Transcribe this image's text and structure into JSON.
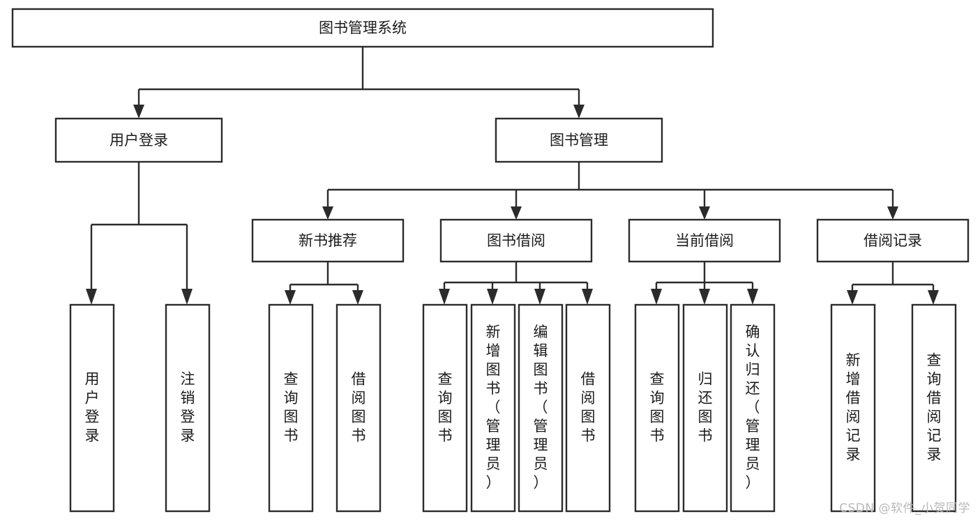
{
  "diagram": {
    "title": "图书管理系统",
    "type": "tree",
    "watermark": "CSDN @软件_小贺同学",
    "colors": {
      "stroke": "#2b2b2b",
      "fill": "#ffffff",
      "text": "#1b1b1b",
      "watermark": "#b9b9b9",
      "background": "#ffffff"
    },
    "nodes": {
      "root": {
        "label": "图书管理系统",
        "orientation": "horizontal"
      },
      "level2": [
        {
          "id": "user-login",
          "label": "用户登录",
          "orientation": "horizontal"
        },
        {
          "id": "book-manage",
          "label": "图书管理",
          "orientation": "horizontal"
        }
      ],
      "level3": [
        {
          "id": "new-book-recommend",
          "label": "新书推荐",
          "orientation": "horizontal"
        },
        {
          "id": "book-borrow",
          "label": "图书借阅",
          "orientation": "horizontal"
        },
        {
          "id": "current-borrow",
          "label": "当前借阅",
          "orientation": "horizontal"
        },
        {
          "id": "borrow-record",
          "label": "借阅记录",
          "orientation": "horizontal"
        }
      ],
      "leaves": [
        {
          "id": "leaf-user-login",
          "label": "用户登录",
          "parent": "user-login",
          "orientation": "vertical"
        },
        {
          "id": "leaf-logout-login",
          "label": "注销登录",
          "parent": "user-login",
          "orientation": "vertical"
        },
        {
          "id": "leaf-query-book-1",
          "label": "查询图书",
          "parent": "new-book-recommend",
          "orientation": "vertical"
        },
        {
          "id": "leaf-borrow-book-1",
          "label": "借阅图书",
          "parent": "new-book-recommend",
          "orientation": "vertical"
        },
        {
          "id": "leaf-query-book-2",
          "label": "查询图书",
          "parent": "book-borrow",
          "orientation": "vertical"
        },
        {
          "id": "leaf-add-book",
          "label": "新增图书（管理员）",
          "parent": "book-borrow",
          "orientation": "vertical"
        },
        {
          "id": "leaf-edit-book",
          "label": "编辑图书（管理员）",
          "parent": "book-borrow",
          "orientation": "vertical"
        },
        {
          "id": "leaf-borrow-book-2",
          "label": "借阅图书",
          "parent": "book-borrow",
          "orientation": "vertical"
        },
        {
          "id": "leaf-query-book-3",
          "label": "查询图书",
          "parent": "current-borrow",
          "orientation": "vertical"
        },
        {
          "id": "leaf-return-book",
          "label": "归还图书",
          "parent": "current-borrow",
          "orientation": "vertical"
        },
        {
          "id": "leaf-confirm-return",
          "label": "确认归还（管理员）",
          "parent": "current-borrow",
          "orientation": "vertical"
        },
        {
          "id": "leaf-add-record",
          "label": "新增借阅记录",
          "parent": "borrow-record",
          "orientation": "vertical"
        },
        {
          "id": "leaf-query-record",
          "label": "查询借阅记录",
          "parent": "borrow-record",
          "orientation": "vertical"
        }
      ]
    }
  }
}
